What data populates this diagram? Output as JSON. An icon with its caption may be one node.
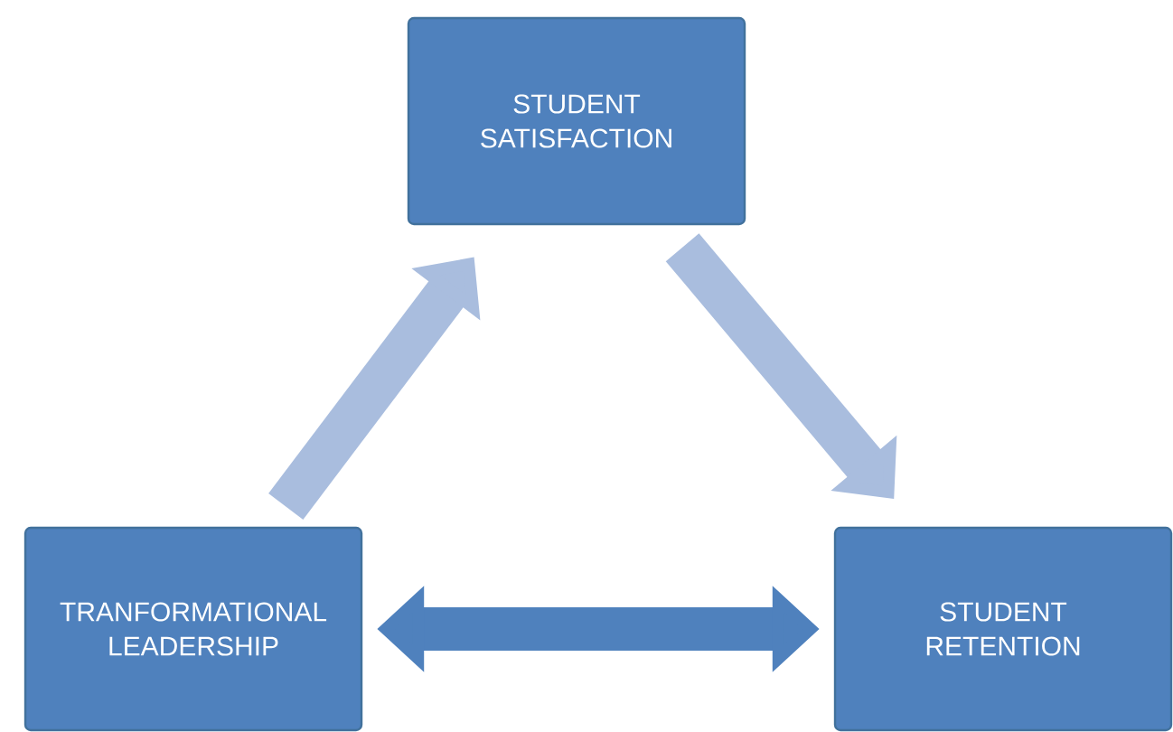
{
  "diagram": {
    "nodes": [
      {
        "text": [
          "STUDENT SATISFACTION"
        ]
      },
      {
        "text": [
          "TRANFORMATIONAL LEADERSHIP"
        ]
      },
      {
        "text": [
          "STUDENT RETENTION"
        ]
      }
    ],
    "edges": [
      {
        "from": 1,
        "to": 0,
        "arrow": "to"
      },
      {
        "from": 0,
        "to": 2,
        "arrow": "to"
      },
      {
        "from": 1,
        "to": 2,
        "arrow": "both",
        "color": "#4f81bd"
      }
    ]
  }
}
